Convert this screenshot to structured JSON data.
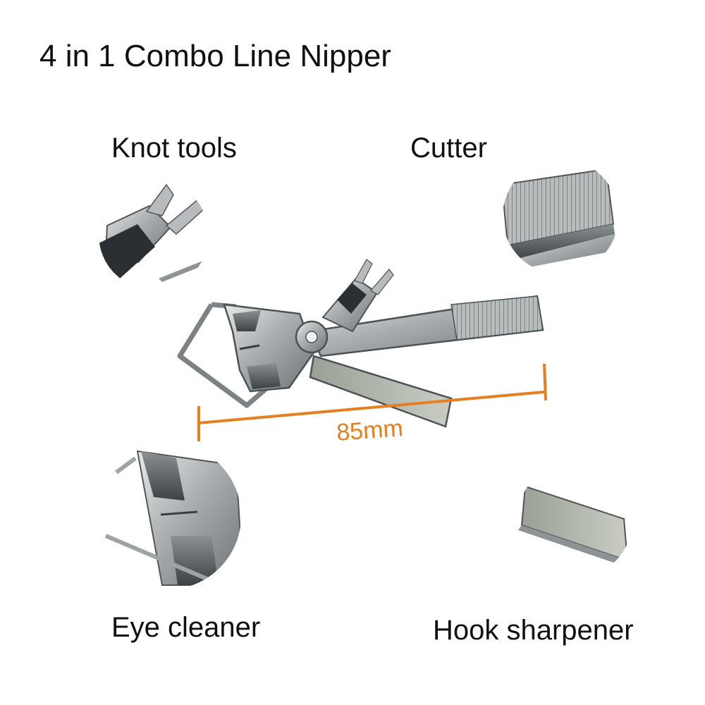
{
  "title": "4 in 1 Combo Line Nipper",
  "labels": {
    "knot_tools": "Knot tools",
    "cutter": "Cutter",
    "eye_cleaner": "Eye cleaner",
    "hook_sharpener": "Hook sharpener"
  },
  "measurement": {
    "value": "85mm"
  },
  "colors": {
    "accent": "#e67e22",
    "text": "#111111",
    "background": "#ffffff",
    "metal_light": "#d8dcdd",
    "metal_mid": "#9ea4a6",
    "metal_dark": "#4a4f52"
  }
}
